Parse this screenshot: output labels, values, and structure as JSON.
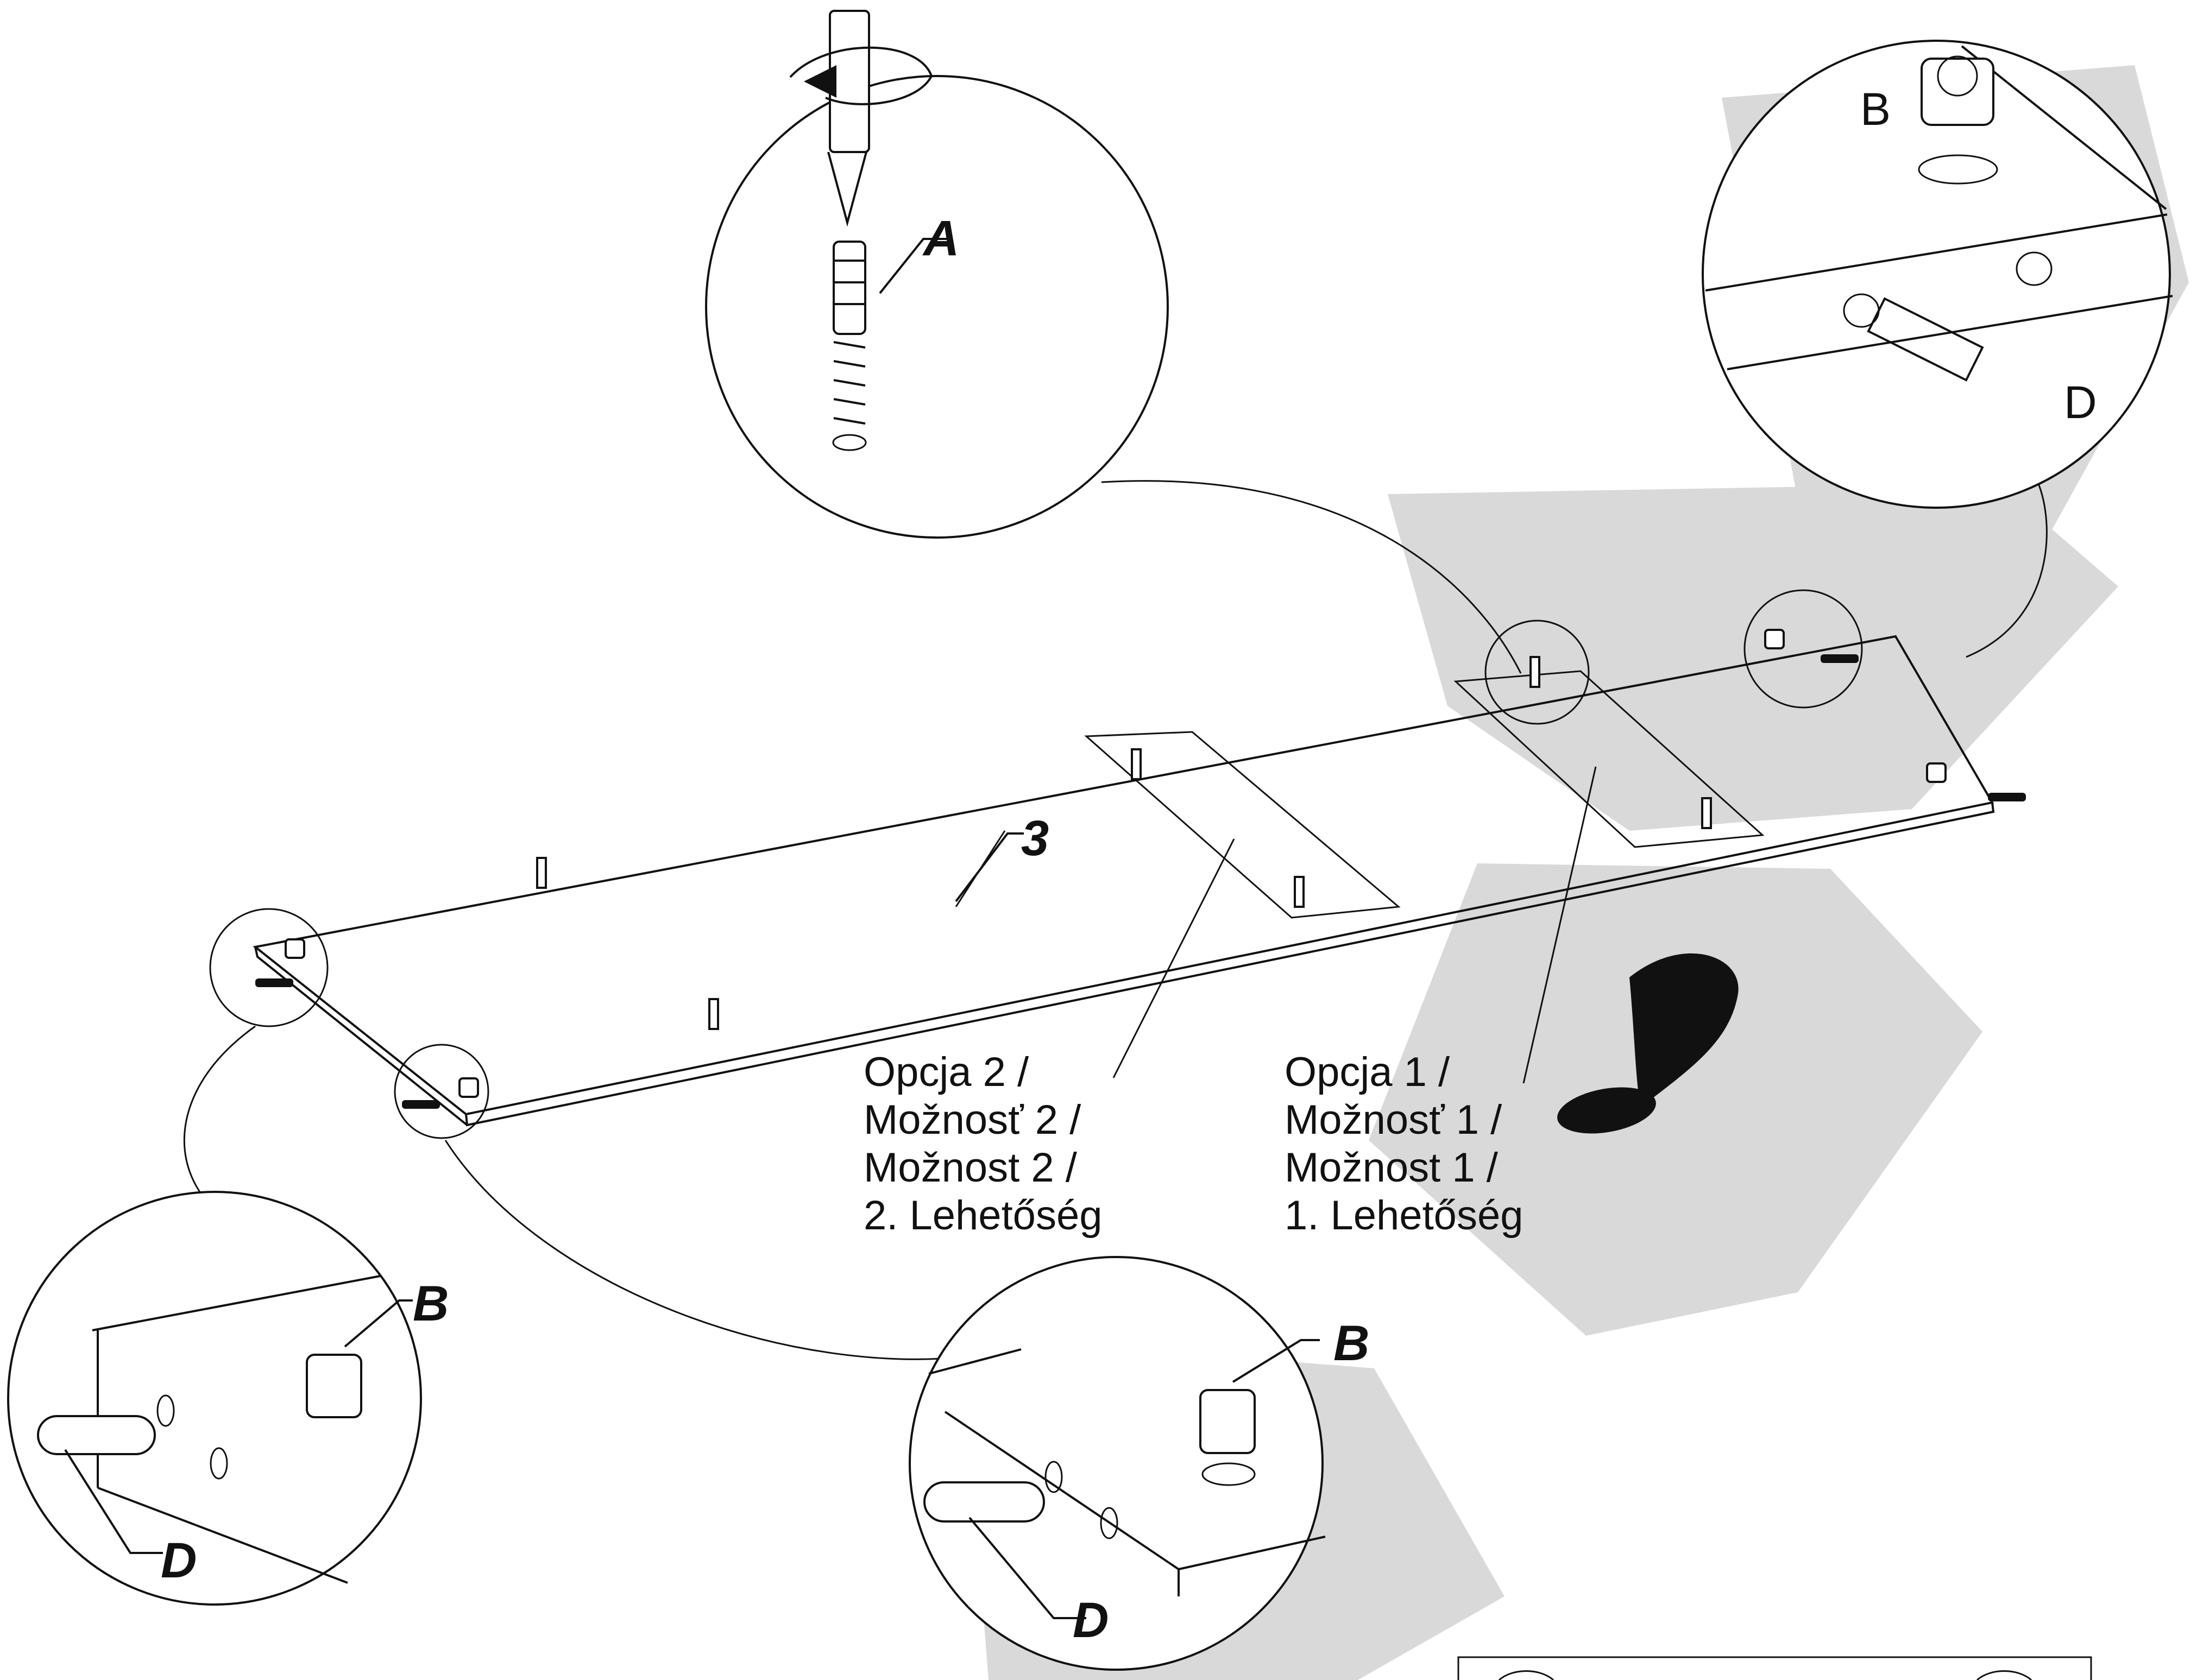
{
  "labels": {
    "a_main": "A",
    "b_top_right": "B",
    "d_top_right": "D",
    "step": "3",
    "b_left": "B",
    "d_left": "D",
    "b_bottom": "B",
    "d_bottom": "D"
  },
  "options": {
    "option2": {
      "line1": "Opcja 2 /",
      "line2": "Možnosť 2 /",
      "line3": "Možnost 2 /",
      "line4": "2. Lehetőség"
    },
    "option1": {
      "line1": "Opcja 1 /",
      "line2": "Možnosť 1 /",
      "line3": "Možnost 1 /",
      "line4": "1. Lehetőség"
    }
  },
  "icons": {
    "warning_mark": "exclamation-icon",
    "rotation": "rotate-arrow-icon"
  }
}
